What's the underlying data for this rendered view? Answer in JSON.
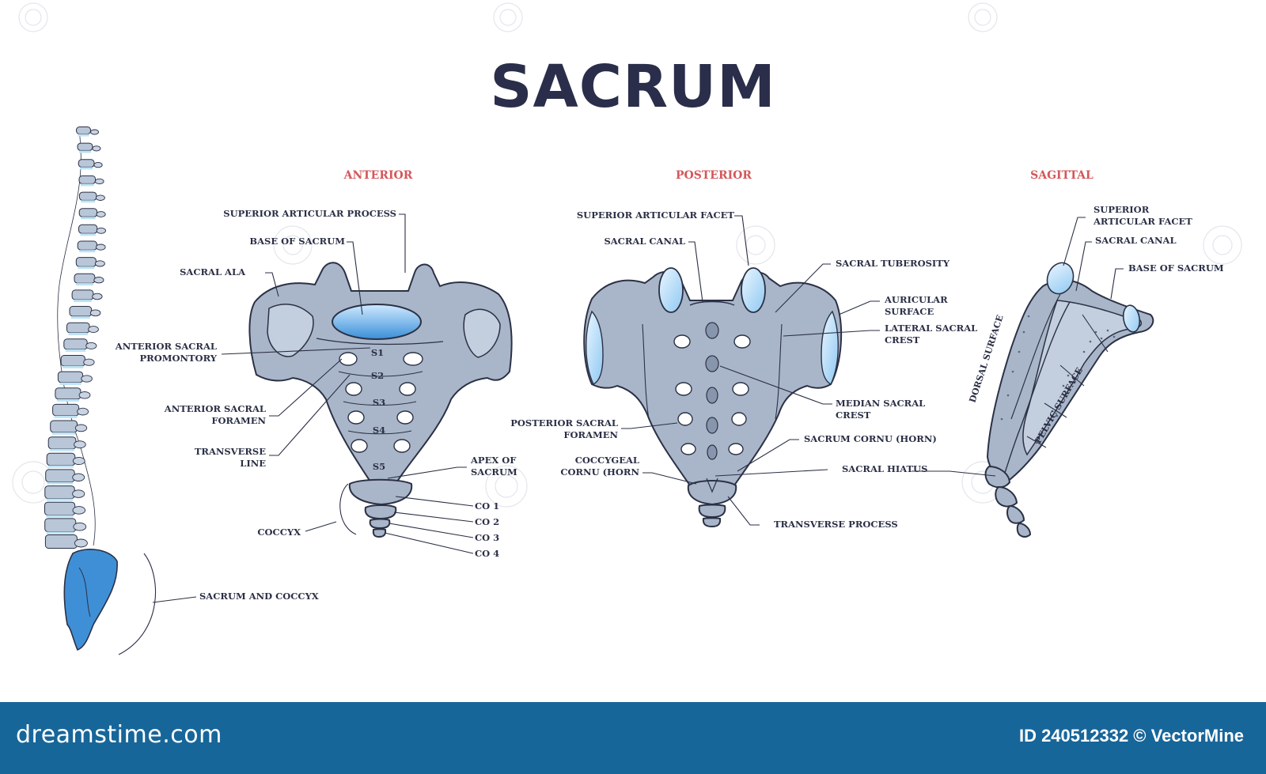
{
  "title": "SACRUM",
  "views": {
    "anterior": "ANTERIOR",
    "posterior": "POSTERIOR",
    "sagittal": "SAGITTAL"
  },
  "anterior": {
    "superior_articular_process": "SUPERIOR ARTICULAR PROCESS",
    "base_of_sacrum": "BASE OF SACRUM",
    "sacral_ala": "SACRAL ALA",
    "promontory_1": "ANTERIOR SACRAL",
    "promontory_2": "PROMONTORY",
    "foramen_1": "ANTERIOR SACRAL",
    "foramen_2": "FORAMEN",
    "transverse_1": "TRANSVERSE",
    "transverse_2": "LINE",
    "apex_1": "APEX OF",
    "apex_2": "SACRUM",
    "coccyx": "COCCYX",
    "co1": "CO 1",
    "co2": "CO 2",
    "co3": "CO 3",
    "co4": "CO 4",
    "s1": "S1",
    "s2": "S2",
    "s3": "S3",
    "s4": "S4",
    "s5": "S5"
  },
  "spine": {
    "sacrum_and_coccyx": "SACRUM AND COCCYX"
  },
  "posterior": {
    "superior_articular_facet": "SUPERIOR ARTICULAR FACET",
    "sacral_canal": "SACRAL CANAL",
    "sacral_tuberosity": "SACRAL TUBEROSITY",
    "auricular_1": "AURICULAR",
    "auricular_2": "SURFACE",
    "lateral_crest_1": "LATERAL SACRAL",
    "lateral_crest_2": "CREST",
    "median_crest_1": "MEDIAN SACRAL",
    "median_crest_2": "CREST",
    "posterior_foramen_1": "POSTERIOR SACRAL",
    "posterior_foramen_2": "FORAMEN",
    "sacrum_cornu": "SACRUM CORNU (HORN)",
    "coccygeal_cornu_1": "COCCYGEAL",
    "coccygeal_cornu_2": "CORNU  (HORN",
    "sacral_hiatus": "SACRAL HIATUS",
    "transverse_process": "TRANSVERSE PROCESS"
  },
  "sagittal": {
    "superior_facet_1": "SUPERIOR",
    "superior_facet_2": "ARTICULAR FACET",
    "sacral_canal": "SACRAL CANAL",
    "base_of_sacrum": "BASE OF SACRUM",
    "dorsal_surface": "DORSAL SURFACE",
    "pelvic_surface": "PELVIC SURFACE"
  },
  "footer": {
    "brand": "dreamstime.com",
    "credit": "ID 240512332 © VectorMine"
  },
  "colors": {
    "accent_label": "#d4575a",
    "title": "#2a2e4a",
    "bone": "#a9b6c9",
    "highlight": "#3f8fd6",
    "footer": "#17669a"
  }
}
